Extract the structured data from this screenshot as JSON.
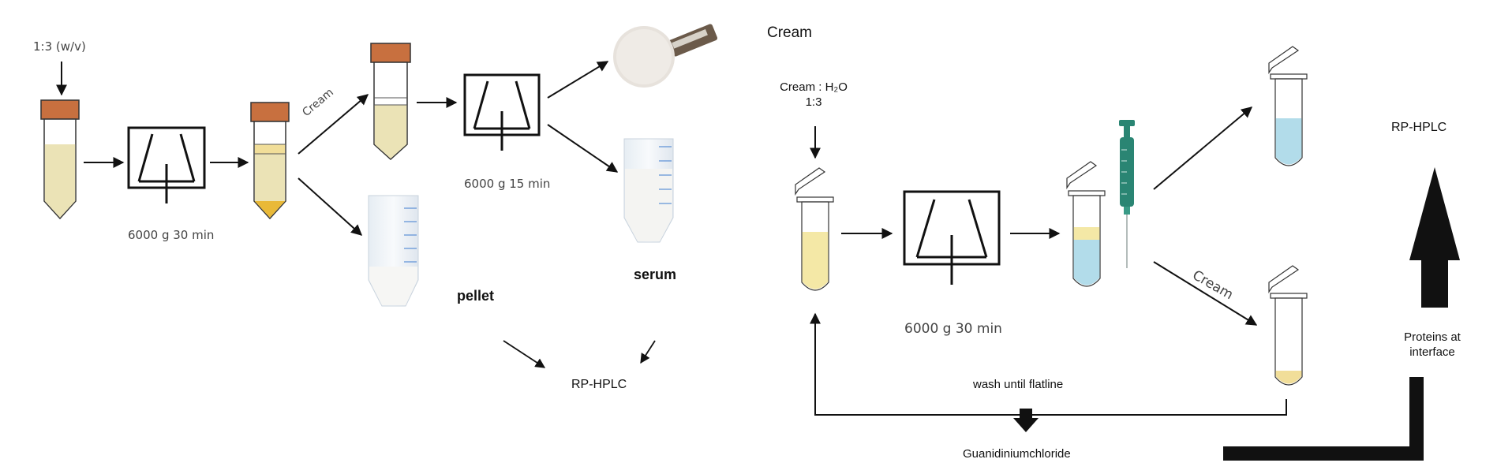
{
  "left_panel": {
    "ratio_label": "1:3 (w/v)",
    "spin1_label": "6000 g 30 min",
    "cream_arrow_label": "Cream",
    "spin2_label": "6000 g 15 min",
    "pellet_label": "pellet",
    "serum_label": "serum",
    "output_label": "RP-HPLC"
  },
  "right_panel": {
    "title": "Cream",
    "ratio_label_line1": "Cream : H₂O",
    "ratio_label_line2": "1:3",
    "spin_label": "6000 g 30 min",
    "cream_arrow_label": "Cream",
    "wash_label": "wash until flatline",
    "reagent_label": "Guanidiniumchloride",
    "output_label": "RP-HPLC",
    "interface_label_line1": "Proteins at",
    "interface_label_line2": "interface"
  },
  "icons": [
    "falcon-tube-icon",
    "centrifuge-icon",
    "filter-disc-icon",
    "graduated-tube-icon",
    "eppendorf-tube-icon",
    "syringe-icon"
  ],
  "colors": {
    "cap_orange": "#c8703f",
    "milk_beige": "#ebe3b6",
    "cream_yellow": "#f1de99",
    "pellet_gold": "#e9b938",
    "serum_blue": "#b2dcea",
    "syringe_green": "#2a8573",
    "graduation_blue": "#5b8fd6"
  }
}
